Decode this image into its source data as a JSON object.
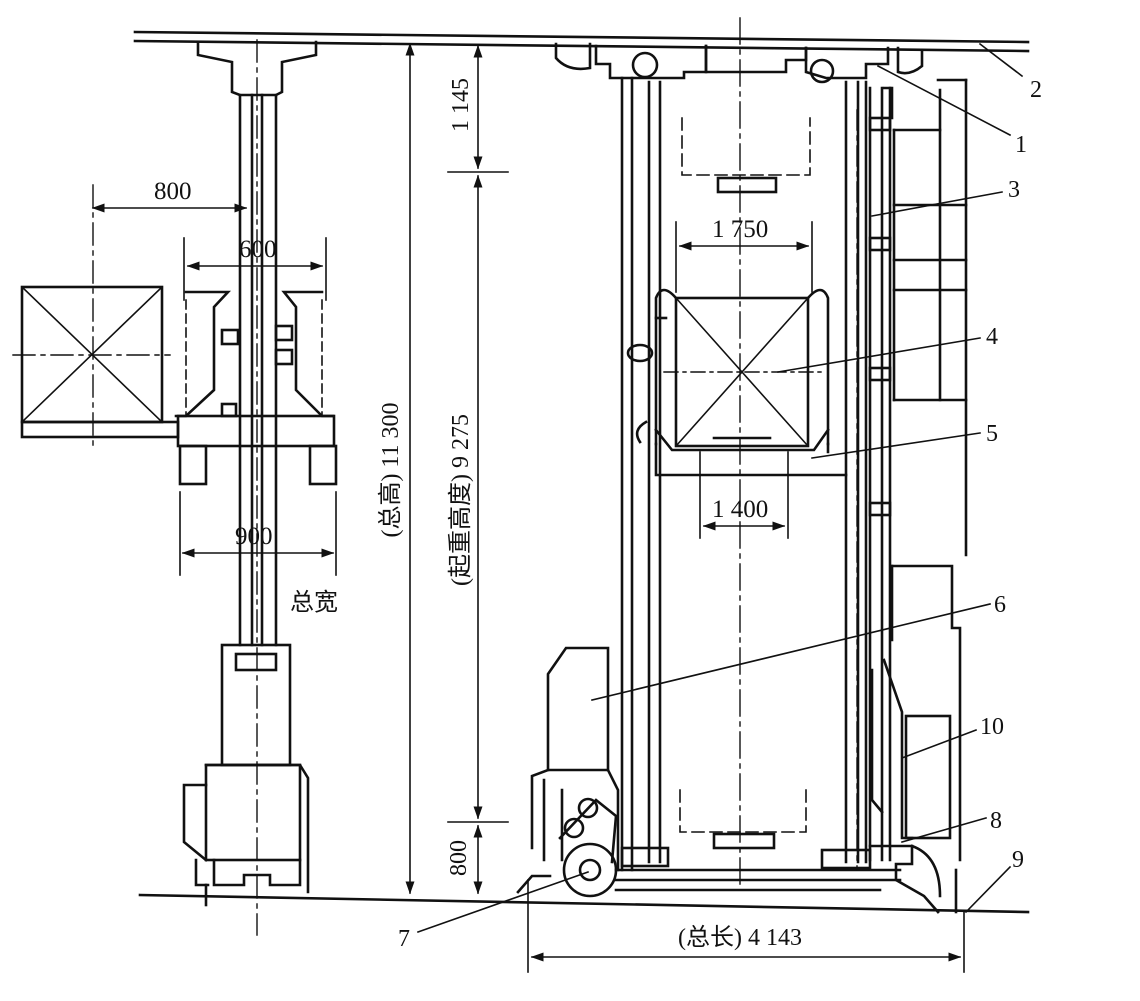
{
  "dimensions": {
    "side_offset": "800",
    "side_inner_width": "600",
    "side_overall_width": "900",
    "total_width_label": "总宽",
    "top_clearance": "1 145",
    "total_height": "(总高) 11 300",
    "lift_height": "(起重高度) 9 275",
    "bottom_clearance": "800",
    "pallet_width": "1 750",
    "fork_width": "1 400",
    "total_length": "(总长) 4 143"
  },
  "callouts": [
    "1",
    "2",
    "3",
    "4",
    "5",
    "6",
    "7",
    "8",
    "9",
    "10"
  ]
}
